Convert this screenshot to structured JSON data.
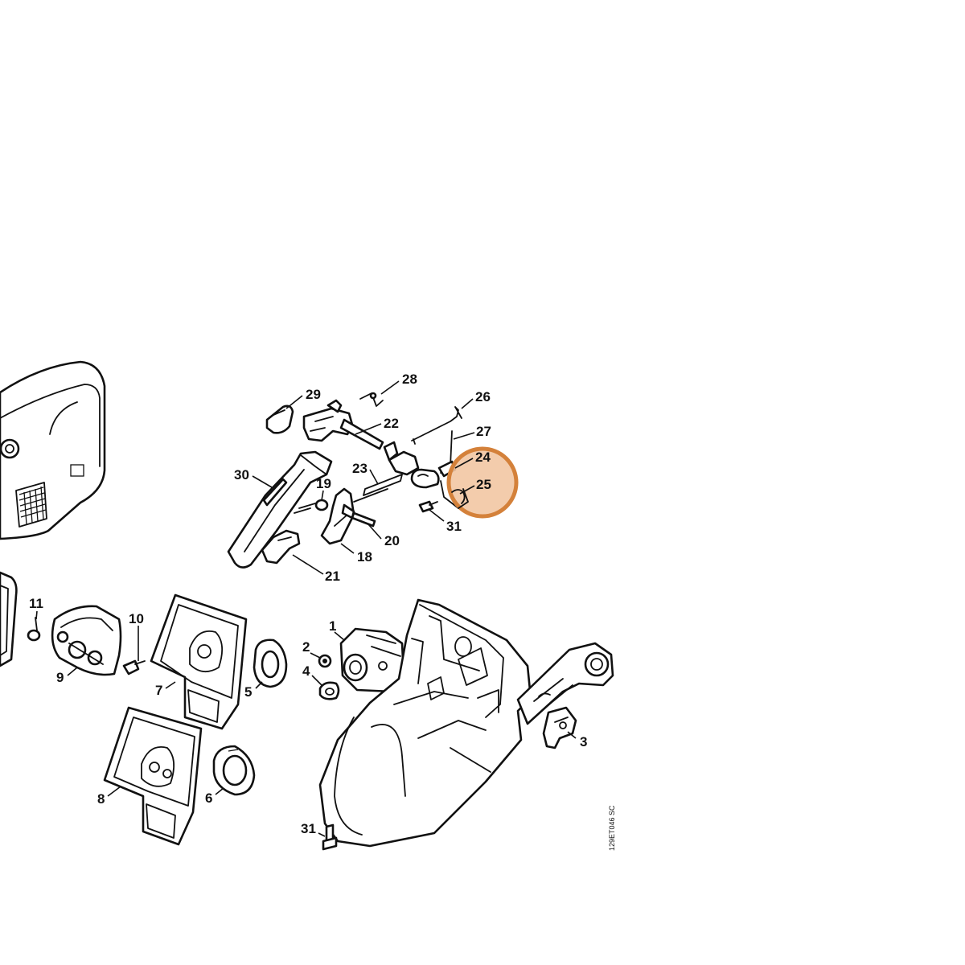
{
  "drawing_code": "129ET046 SC",
  "highlight": {
    "color": "#d4813a",
    "fill": "#f2c6a3"
  },
  "callouts": [
    {
      "label": "29"
    },
    {
      "label": "28"
    },
    {
      "label": "26"
    },
    {
      "label": "22"
    },
    {
      "label": "27"
    },
    {
      "label": "24"
    },
    {
      "label": "23"
    },
    {
      "label": "25"
    },
    {
      "label": "30"
    },
    {
      "label": "19"
    },
    {
      "label": "31"
    },
    {
      "label": "20"
    },
    {
      "label": "18"
    },
    {
      "label": "21"
    },
    {
      "label": "11"
    },
    {
      "label": "10"
    },
    {
      "label": "1"
    },
    {
      "label": "2"
    },
    {
      "label": "4"
    },
    {
      "label": "9"
    },
    {
      "label": "7"
    },
    {
      "label": "5"
    },
    {
      "label": "3"
    },
    {
      "label": "8"
    },
    {
      "label": "6"
    },
    {
      "label": "31"
    }
  ]
}
